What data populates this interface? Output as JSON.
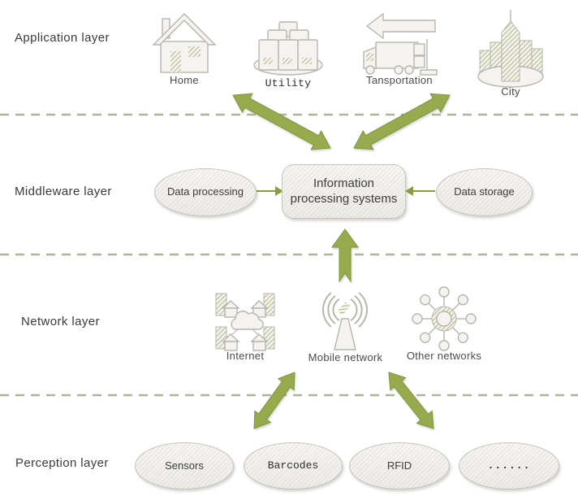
{
  "colors": {
    "arrow": "#97ab4e",
    "arrow_stroke": "#81943e",
    "dash": "#b3b19c",
    "node_fill": "#f2f1ee",
    "node_stroke": "#c6c4bb",
    "text": "#3d3d3d"
  },
  "layers": {
    "application": {
      "label": "Application layer",
      "items": [
        {
          "name": "home",
          "label": "Home"
        },
        {
          "name": "utility",
          "label": "Utility"
        },
        {
          "name": "transportation",
          "label": "Tansportation"
        },
        {
          "name": "city",
          "label": "City"
        }
      ]
    },
    "middleware": {
      "label": "Middleware layer",
      "data_processing": "Data processing",
      "info_line1": "Information",
      "info_line2": "processing systems",
      "data_storage": "Data storage"
    },
    "network": {
      "label": "Network layer",
      "items": [
        {
          "name": "internet",
          "label": "Internet"
        },
        {
          "name": "mobile-network",
          "label": "Mobile network"
        },
        {
          "name": "other-networks",
          "label": "Other networks"
        }
      ]
    },
    "perception": {
      "label": "Perception layer",
      "items": [
        {
          "name": "sensors",
          "label": "Sensors"
        },
        {
          "name": "barcodes",
          "label": "Barcodes"
        },
        {
          "name": "rfid",
          "label": "RFID"
        },
        {
          "name": "more",
          "label": "......"
        }
      ]
    }
  }
}
